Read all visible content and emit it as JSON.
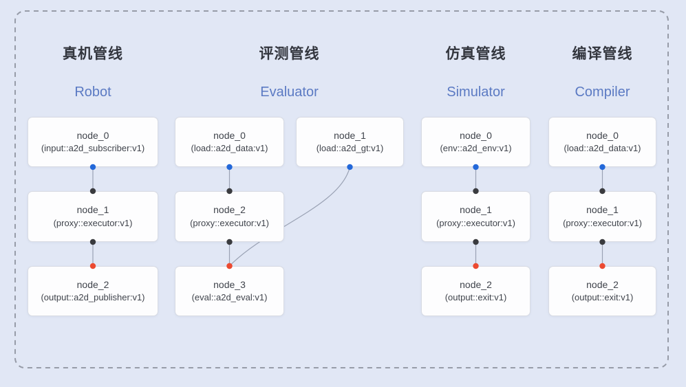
{
  "colors": {
    "background": "#e1e7f5",
    "frame_border": "#979ca8",
    "box_fill": "#fdfdfe",
    "box_border": "#d8dbe3",
    "title_text": "#33363e",
    "subtitle_en_text": "#5b7ac3",
    "node_text": "#3f434b",
    "edge_line": "#9aa2b4",
    "port_source_blue": "#2368d9",
    "port_mid_black": "#3a3b3f",
    "port_sink_red": "#ec4a31"
  },
  "pipelines": [
    {
      "id": "robot",
      "title_zh": "真机管线",
      "title_en": "Robot",
      "nodes": [
        {
          "title": "node_0",
          "subtitle": "(input::a2d_subscriber:v1)",
          "row": 0,
          "col": 0
        },
        {
          "title": "node_1",
          "subtitle": "(proxy::executor:v1)",
          "row": 1,
          "col": 0
        },
        {
          "title": "node_2",
          "subtitle": "(output::a2d_publisher:v1)",
          "row": 2,
          "col": 0
        }
      ],
      "edges": [
        {
          "from": 0,
          "to": 1
        },
        {
          "from": 1,
          "to": 2
        }
      ]
    },
    {
      "id": "evaluator",
      "title_zh": "评测管线",
      "title_en": "Evaluator",
      "nodes": [
        {
          "title": "node_0",
          "subtitle": "(load::a2d_data:v1)",
          "row": 0,
          "col": 0
        },
        {
          "title": "node_1",
          "subtitle": "(load::a2d_gt:v1)",
          "row": 0,
          "col": 1
        },
        {
          "title": "node_2",
          "subtitle": "(proxy::executor:v1)",
          "row": 1,
          "col": 0
        },
        {
          "title": "node_3",
          "subtitle": "(eval::a2d_eval:v1)",
          "row": 2,
          "col": 0
        }
      ],
      "edges": [
        {
          "from": 0,
          "to": 2
        },
        {
          "from": 2,
          "to": 3
        },
        {
          "from": 1,
          "to": 3,
          "curved": true
        }
      ]
    },
    {
      "id": "simulator",
      "title_zh": "仿真管线",
      "title_en": "Simulator",
      "nodes": [
        {
          "title": "node_0",
          "subtitle": "(env::a2d_env:v1)",
          "row": 0,
          "col": 0
        },
        {
          "title": "node_1",
          "subtitle": "(proxy::executor:v1)",
          "row": 1,
          "col": 0
        },
        {
          "title": "node_2",
          "subtitle": "(output::exit:v1)",
          "row": 2,
          "col": 0
        }
      ],
      "edges": [
        {
          "from": 0,
          "to": 1
        },
        {
          "from": 1,
          "to": 2
        }
      ]
    },
    {
      "id": "compiler",
      "title_zh": "编译管线",
      "title_en": "Compiler",
      "nodes": [
        {
          "title": "node_0",
          "subtitle": "(load::a2d_data:v1)",
          "row": 0,
          "col": 0
        },
        {
          "title": "node_1",
          "subtitle": "(proxy::executor:v1)",
          "row": 1,
          "col": 0
        },
        {
          "title": "node_2",
          "subtitle": "(output::exit:v1)",
          "row": 2,
          "col": 0
        }
      ],
      "edges": [
        {
          "from": 0,
          "to": 1
        },
        {
          "from": 1,
          "to": 2
        }
      ]
    }
  ]
}
